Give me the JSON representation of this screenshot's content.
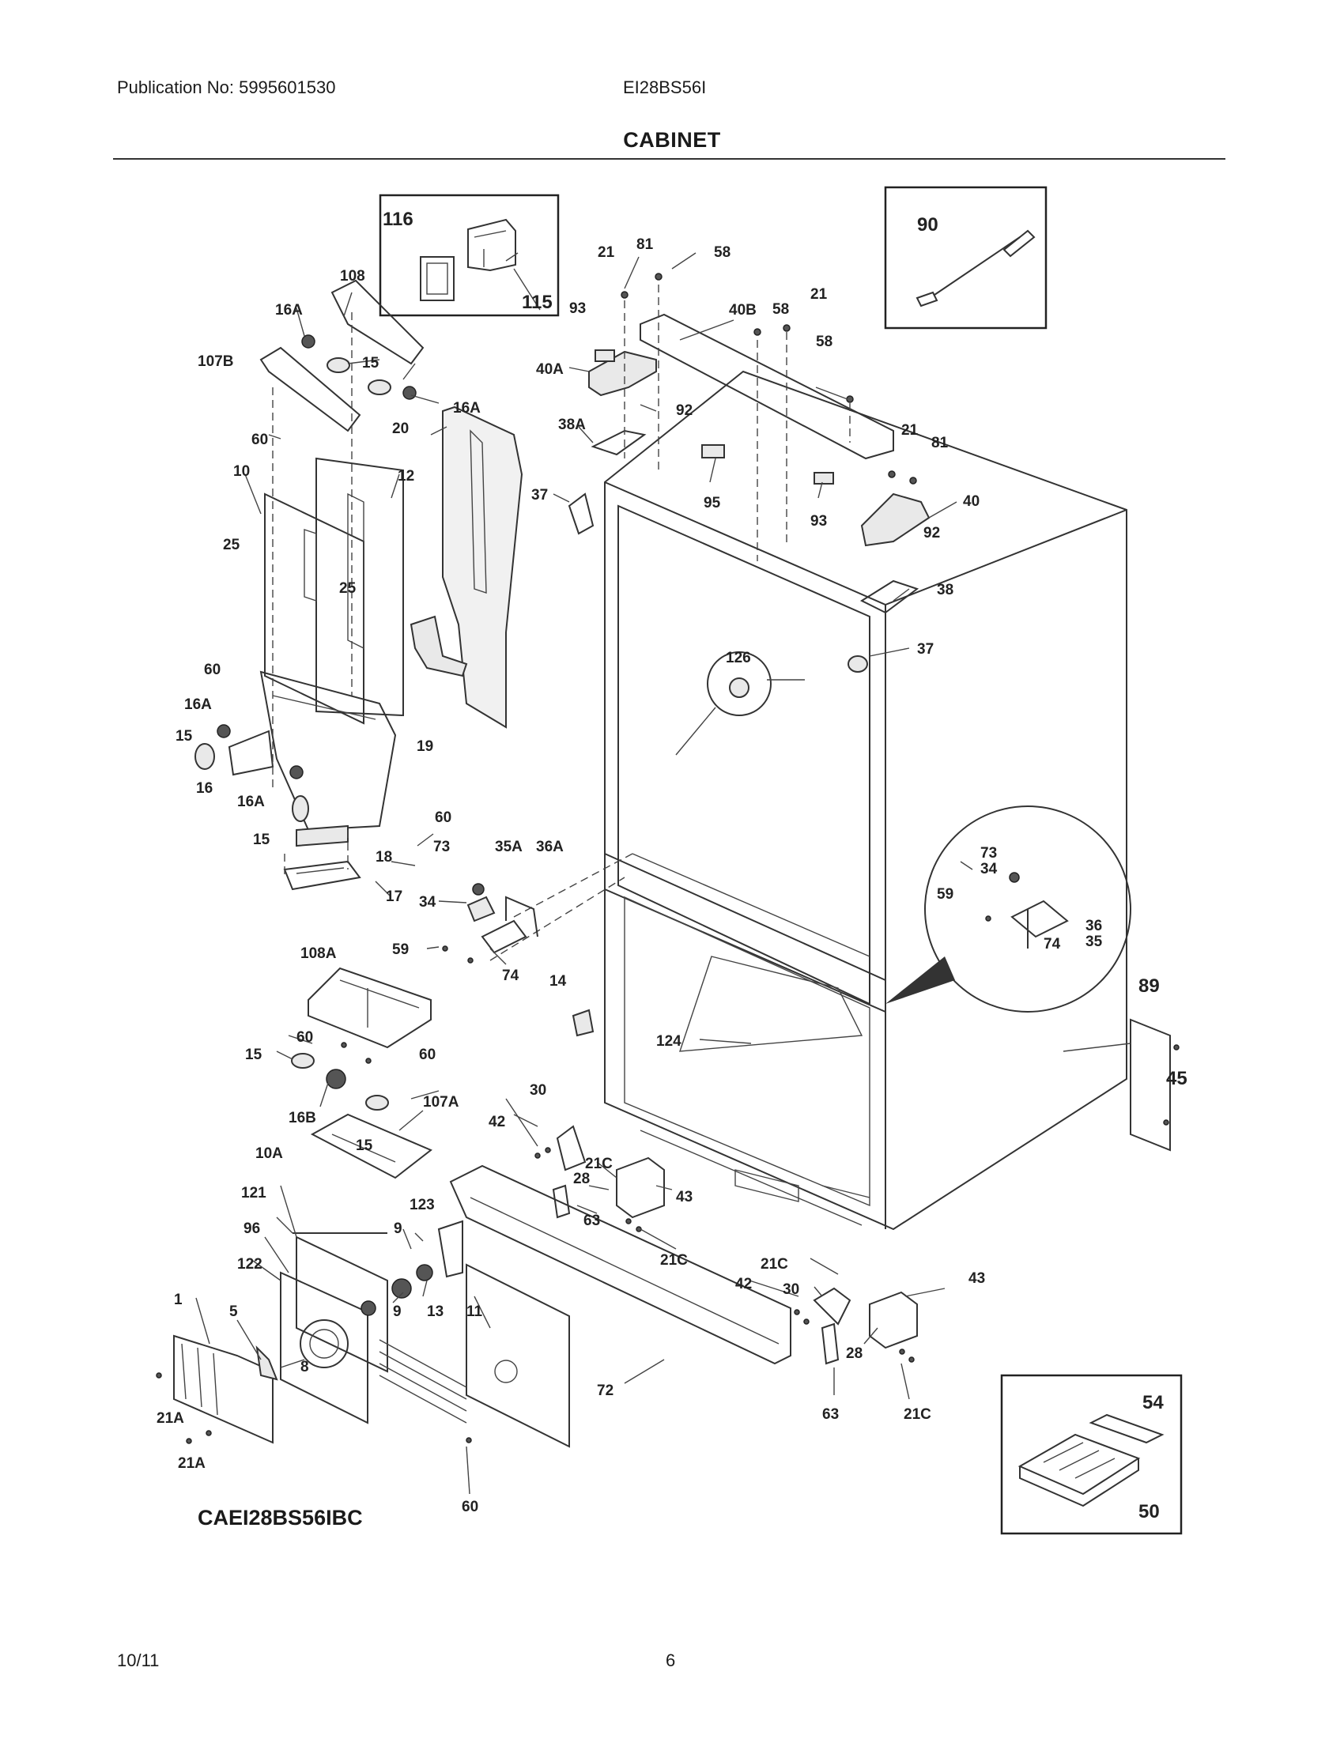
{
  "header": {
    "publication": "Publication No: 5995601530",
    "model": "EI28BS56I",
    "title": "CABINET"
  },
  "footer": {
    "diagram_code": "CAEI28BS56IBC",
    "date": "10/11",
    "page_number": "6"
  },
  "callouts": {
    "c116": "116",
    "c115": "115",
    "c108": "108",
    "c16A_a": "16A",
    "c107B": "107B",
    "c15_a": "15",
    "c16A_b": "16A",
    "c60_a": "60",
    "c20": "20",
    "c10": "10",
    "c12": "12",
    "c25_a": "25",
    "c25_b": "25",
    "c60_b": "60",
    "c16A_c": "16A",
    "c15_b": "15",
    "c16_a": "16",
    "c16A_d": "16A",
    "c15_c": "15",
    "c19": "19",
    "c60_c": "60",
    "c18": "18",
    "c17": "17",
    "c21_a": "21",
    "c81_a": "81",
    "c58_a": "58",
    "c93_a": "93",
    "c40B": "40B",
    "c58_b": "58",
    "c21_b": "21",
    "c58_c": "58",
    "c40A": "40A",
    "c92_a": "92",
    "c38A": "38A",
    "c37_a": "37",
    "c95": "95",
    "c93_b": "93",
    "c21_c": "21",
    "c81_b": "81",
    "c40": "40",
    "c92_b": "92",
    "c38": "38",
    "c37_b": "37",
    "c90": "90",
    "c126": "126",
    "c73_a": "73",
    "c35A": "35A",
    "c36A": "36A",
    "c34_a": "34",
    "c59_a": "59",
    "c74_a": "74",
    "c14": "14",
    "c73_b": "73",
    "c34_b": "34",
    "c59_b": "59",
    "c36": "36",
    "c35": "35",
    "c74_b": "74",
    "c89": "89",
    "c45": "45",
    "c124": "124",
    "c108A": "108A",
    "c60_d": "60",
    "c15_d": "15",
    "c60_e": "60",
    "c16B": "16B",
    "c107A": "107A",
    "c15_e": "15",
    "c30_a": "30",
    "c42_a": "42",
    "c21C_a": "21C",
    "c28_a": "28",
    "c63_a": "63",
    "c43_a": "43",
    "c21C_b": "21C",
    "c10A": "10A",
    "c121": "121",
    "c123": "123",
    "c96": "96",
    "c9_a": "9",
    "c122": "122",
    "c1": "1",
    "c5": "5",
    "c9_b": "9",
    "c13": "13",
    "c11": "11",
    "c8": "8",
    "c21A_a": "21A",
    "c21A_b": "21A",
    "c60_f": "60",
    "c72": "72",
    "c21C_c": "21C",
    "c42_b": "42",
    "c30_b": "30",
    "c43_b": "43",
    "c28_b": "28",
    "c63_b": "63",
    "c21C_d": "21C",
    "c54": "54",
    "c50": "50"
  }
}
